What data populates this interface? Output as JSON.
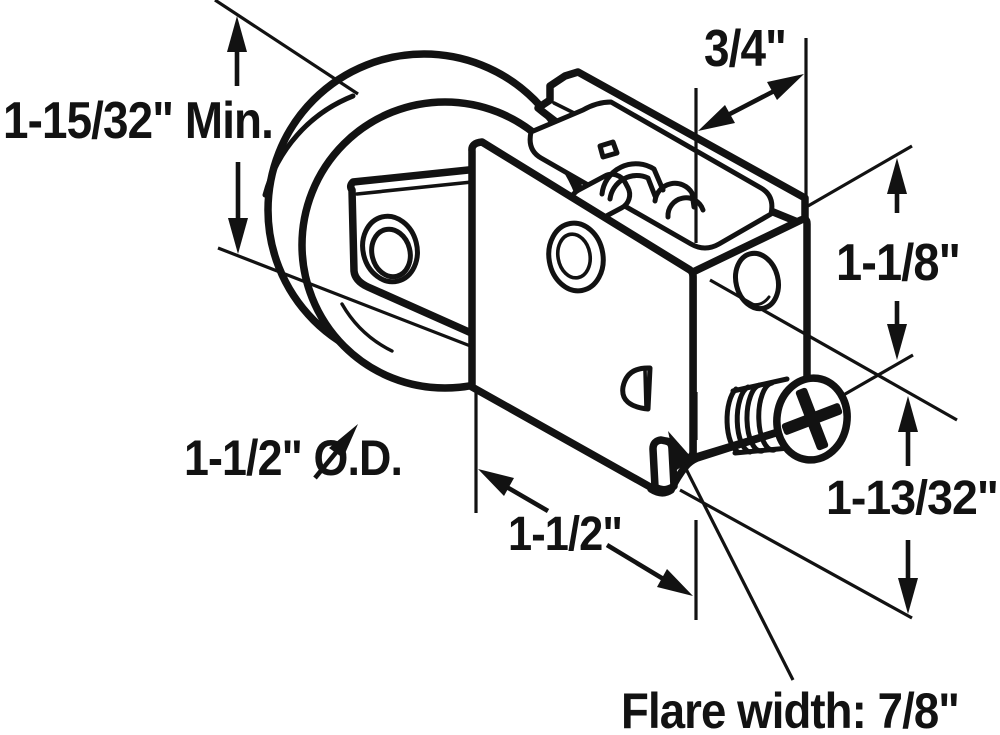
{
  "diagram": {
    "subject": "sliding-door roller assembly technical drawing",
    "style": "black line art on white",
    "colors": {
      "ink": "#121212",
      "background": "#ffffff"
    },
    "labels": {
      "min_height": "1-15/32\" Min.",
      "top_width": "3/4\"",
      "side_height": "1-1/8\"",
      "wheel_od": "1-1/2\" O.D.",
      "base_width": "1-1/2\"",
      "lower_height": "1-13/32\"",
      "flare_width": "Flare width: 7/8\""
    }
  }
}
